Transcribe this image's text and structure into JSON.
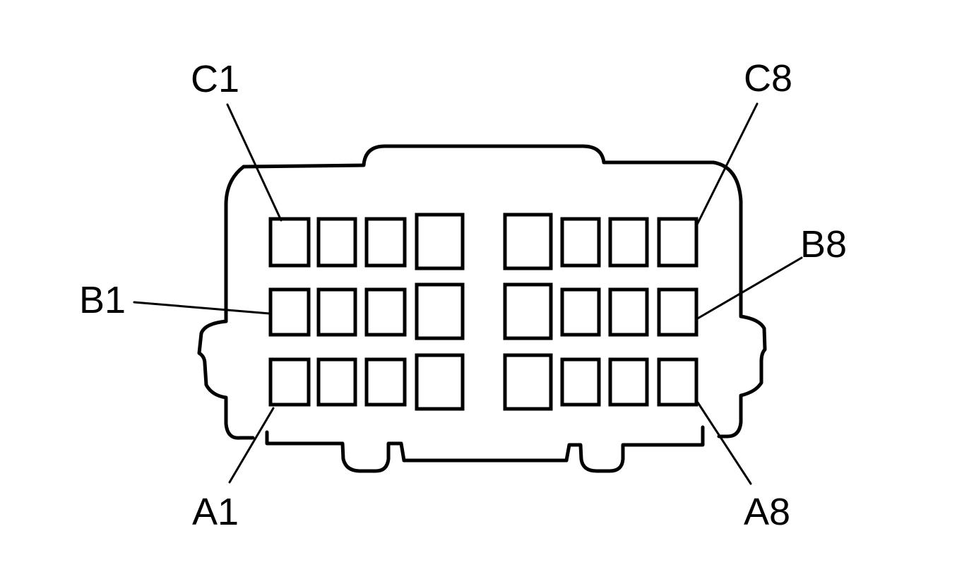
{
  "diagram": {
    "rows": [
      "C",
      "B",
      "A"
    ],
    "pins_per_row": 8,
    "labels": {
      "c1": "C1",
      "c8": "C8",
      "b1": "B1",
      "b8": "B8",
      "a1": "A1",
      "a8": "A8"
    }
  }
}
